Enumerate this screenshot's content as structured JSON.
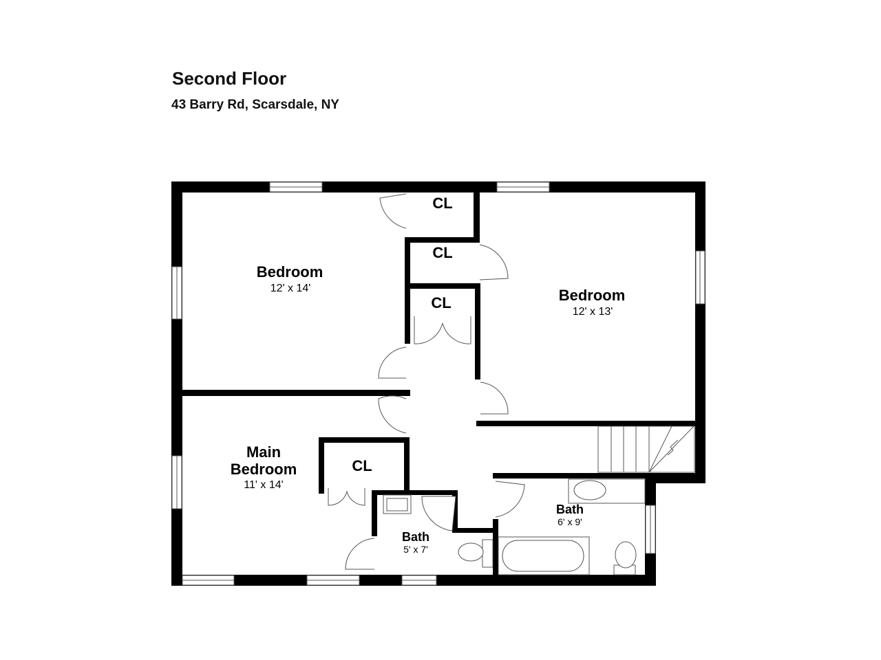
{
  "header": {
    "title": "Second Floor",
    "address": "43 Barry Rd, Scarsdale, NY"
  },
  "rooms": {
    "bedroom_nw": {
      "name": "Bedroom",
      "dims": "12' x 14'"
    },
    "bedroom_ne": {
      "name": "Bedroom",
      "dims": "12' x 13'"
    },
    "main_bedroom": {
      "name_line1": "Main",
      "name_line2": "Bedroom",
      "dims": "11' x 14'"
    },
    "bath_small": {
      "name": "Bath",
      "dims": "5' x 7'"
    },
    "bath_large": {
      "name": "Bath",
      "dims": "6' x 9'"
    },
    "closets": [
      "CL",
      "CL",
      "CL",
      "CL"
    ]
  }
}
